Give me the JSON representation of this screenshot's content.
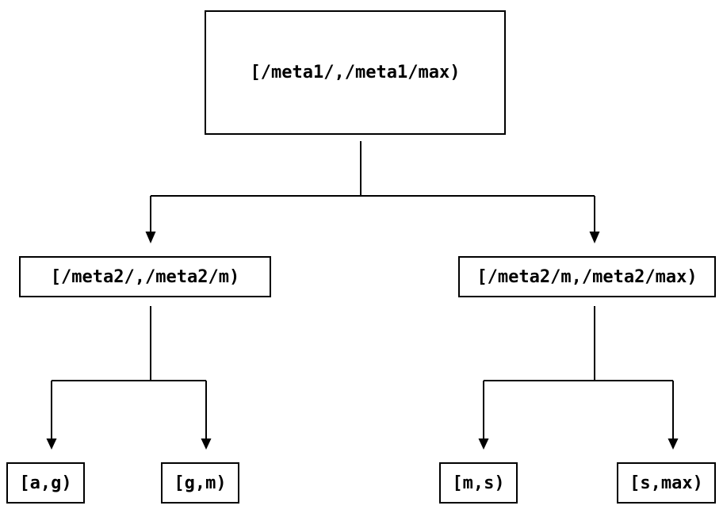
{
  "diagram": {
    "background_color": "#ffffff",
    "line_color": "#000000",
    "text_color": "#000000",
    "icons": {
      "arrowhead": "▼"
    },
    "root": {
      "label": "[/meta1/,/meta1/max)",
      "children": [
        {
          "label": "[/meta2/,/meta2/m)",
          "children": [
            {
              "label": "[a,g)"
            },
            {
              "label": "[g,m)"
            }
          ]
        },
        {
          "label": "[/meta2/m,/meta2/max)",
          "children": [
            {
              "label": "[m,s)"
            },
            {
              "label": "[s,max)"
            }
          ]
        }
      ]
    }
  }
}
